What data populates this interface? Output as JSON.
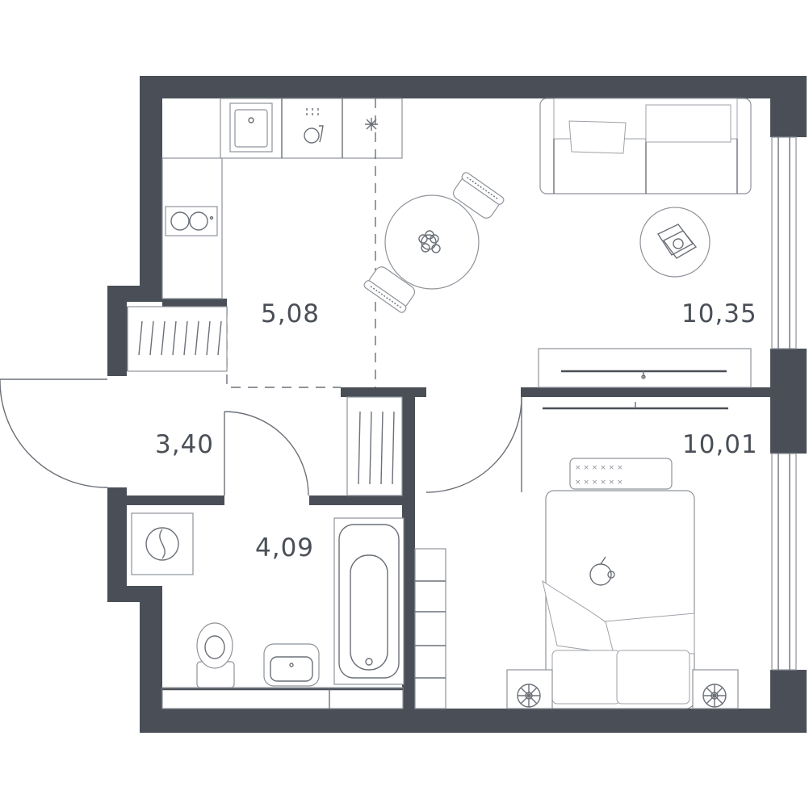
{
  "rooms": {
    "kitchen": {
      "area": "5,08"
    },
    "living": {
      "area": "10,35"
    },
    "hall": {
      "area": "3,40"
    },
    "bedroom": {
      "area": "10,01"
    },
    "bathroom": {
      "area": "4,09"
    }
  },
  "colors": {
    "wall": "#4a4f57",
    "furniture_stroke": "#8e939a",
    "background": "#ffffff"
  },
  "icons": [
    "sink-icon",
    "dishwasher-icon",
    "fridge-icon",
    "cooktop-icon",
    "washing-machine-icon",
    "toilet-icon",
    "washbasin-icon",
    "bathtub-icon",
    "floor-lamp-icon"
  ]
}
